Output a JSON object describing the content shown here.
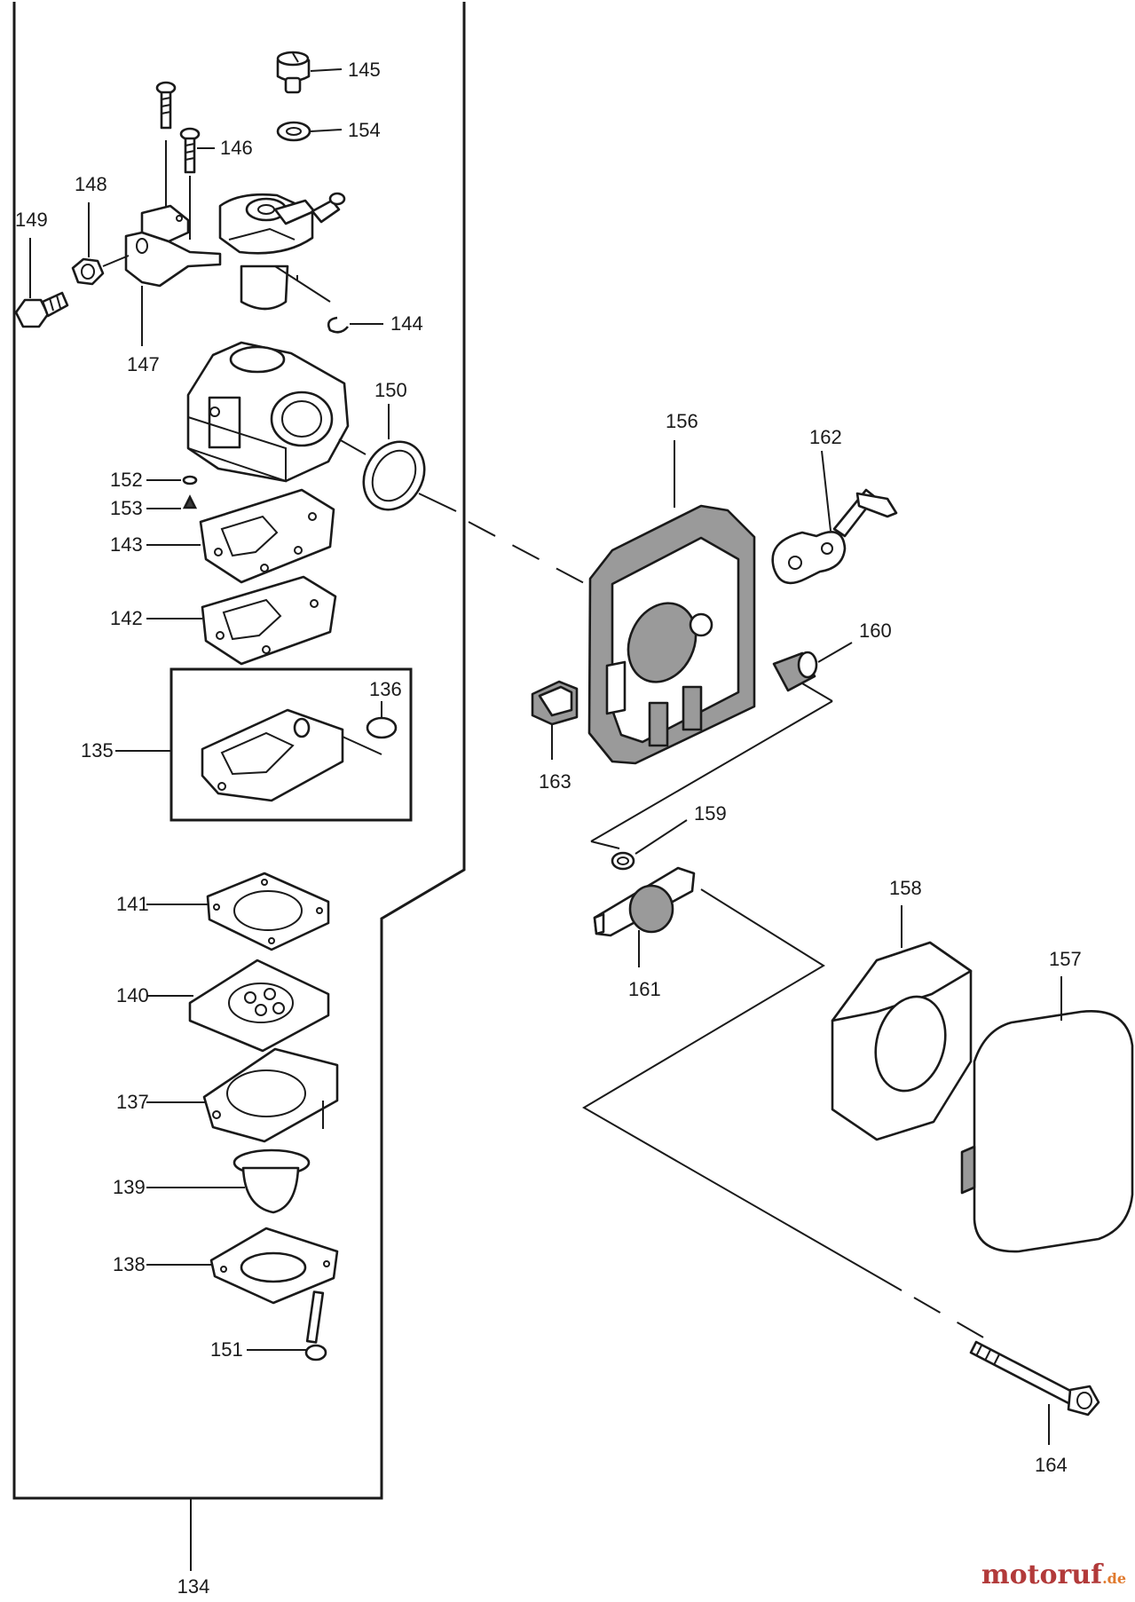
{
  "diagram": {
    "callouts": {
      "c134": "134",
      "c135": "135",
      "c136": "136",
      "c137": "137",
      "c138": "138",
      "c139": "139",
      "c140": "140",
      "c141": "141",
      "c142": "142",
      "c143": "143",
      "c144": "144",
      "c145": "145",
      "c146": "146",
      "c147": "147",
      "c148": "148",
      "c149": "149",
      "c150": "150",
      "c151": "151",
      "c152": "152",
      "c153": "153",
      "c154": "154",
      "c156": "156",
      "c157": "157",
      "c158": "158",
      "c159": "159",
      "c160": "160",
      "c161": "161",
      "c162": "162",
      "c163": "163",
      "c164": "164"
    }
  },
  "watermark": {
    "main": "motoruf",
    "tld": ".de"
  },
  "colors": {
    "line": "#1a1a1a",
    "grey_part": "#9a9a9a",
    "watermark_main": "#b23a3a",
    "watermark_tld": "#e07a2e"
  }
}
